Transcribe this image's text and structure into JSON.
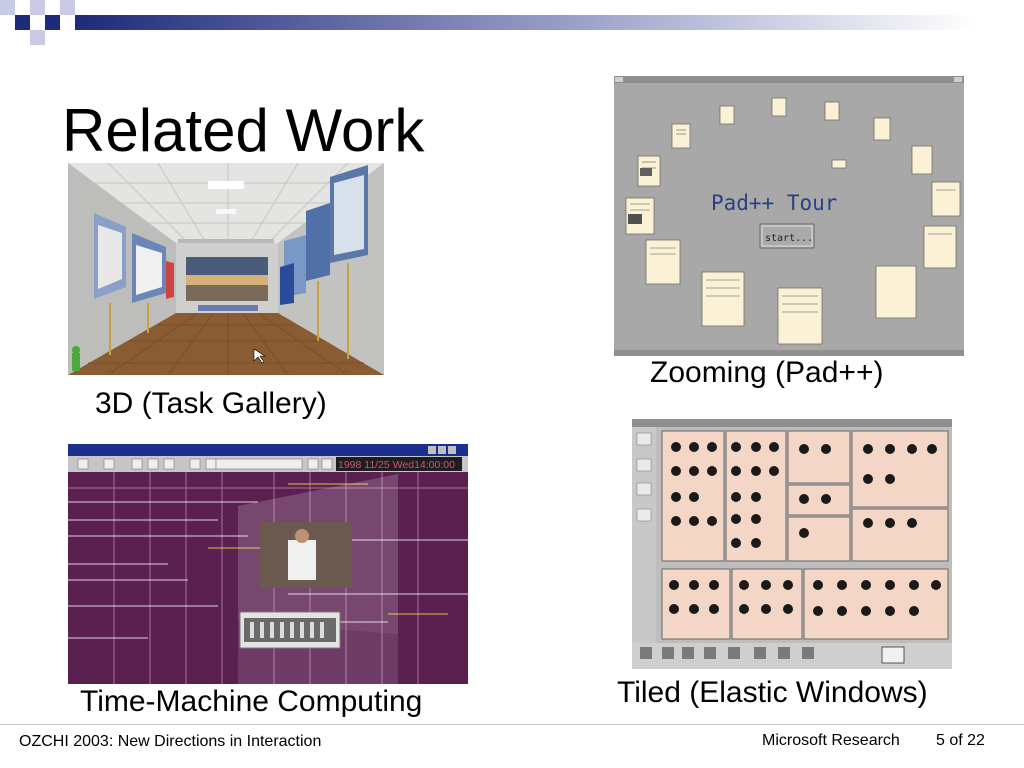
{
  "slide": {
    "title": "Related Work"
  },
  "figures": {
    "task_gallery": {
      "caption": "3D (Task Gallery)"
    },
    "pad": {
      "caption": "Zooming (Pad++)",
      "heading": "Pad++ Tour",
      "button": "start..."
    },
    "time_machine": {
      "caption": "Time-Machine Computing",
      "date": "1998 11/25 Wed14:00:00"
    },
    "elastic": {
      "caption": "Tiled (Elastic Windows)"
    }
  },
  "footer": {
    "conference": "OZCHI 2003: New Directions in Interaction",
    "org": "Microsoft Research",
    "page": "5 of 22"
  },
  "colors": {
    "accent_navy": "#1f2a7a",
    "time_machine_bg": "#5a2050",
    "pad_bg": "#a8a8a8",
    "elastic_pane": "#f4d6c6"
  }
}
